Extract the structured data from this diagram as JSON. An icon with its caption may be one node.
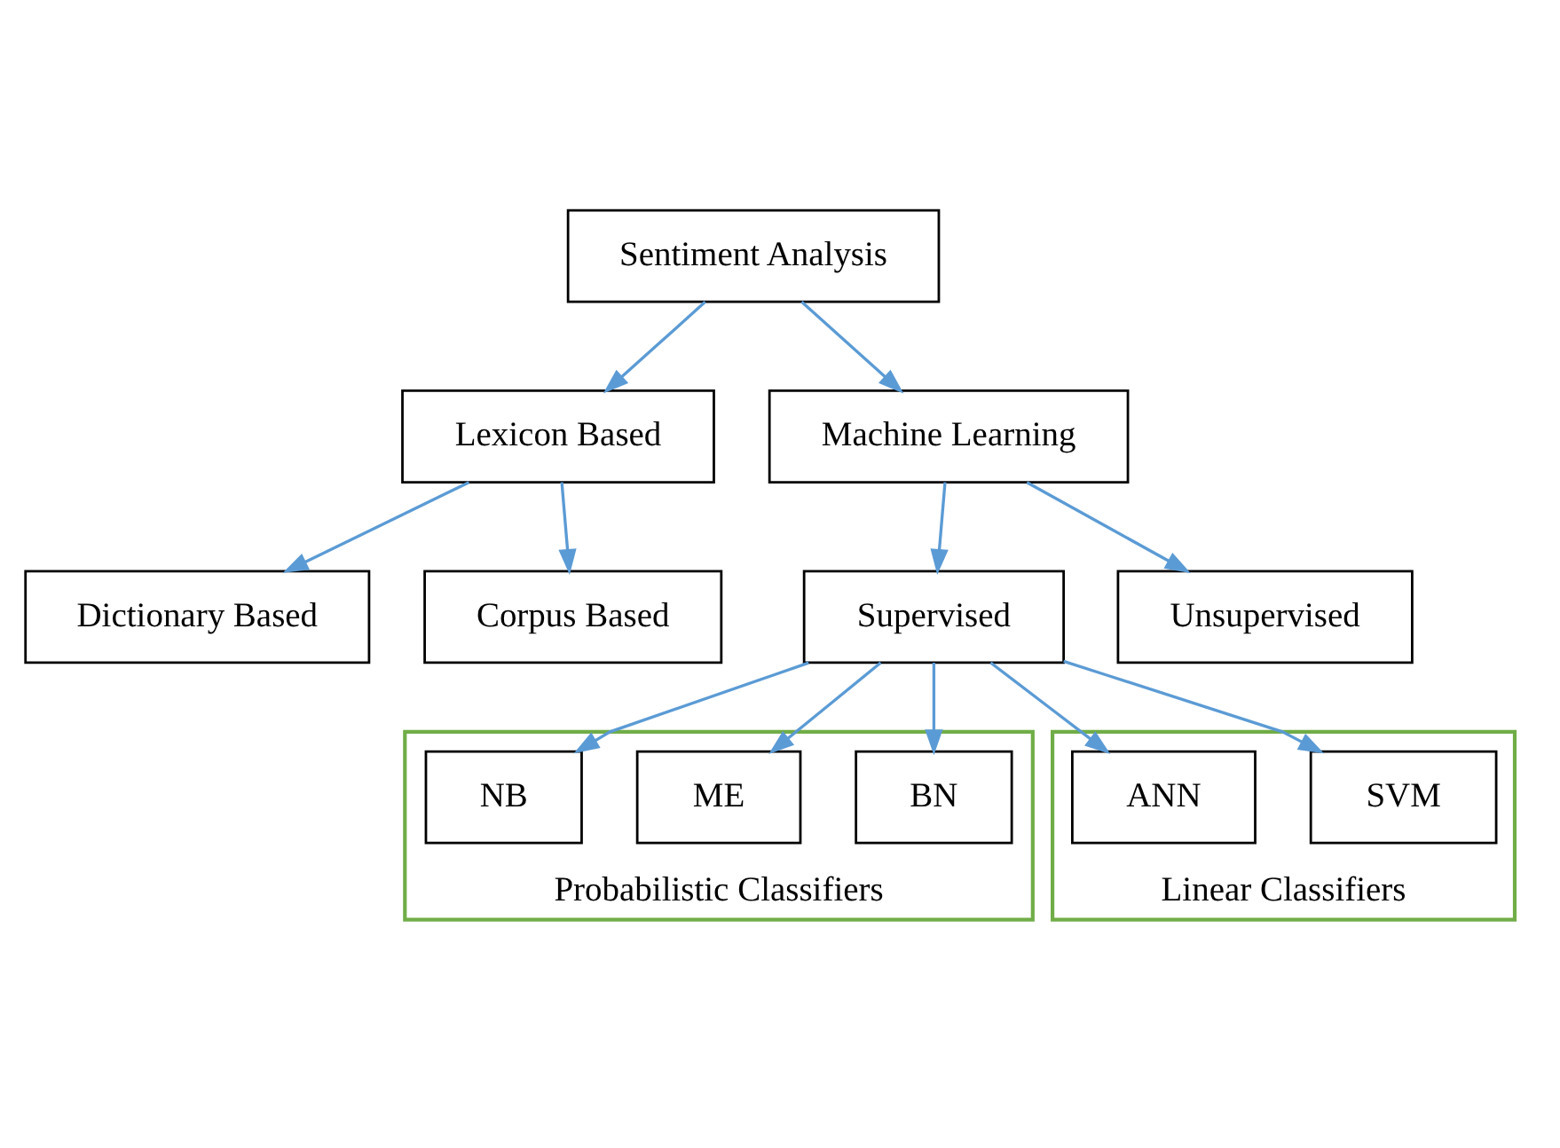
{
  "diagram": {
    "nodes": [
      {
        "text": [
          "Sentiment Analysis"
        ]
      },
      {
        "text": [
          "Lexicon Based"
        ]
      },
      {
        "text": [
          "Machine Learning"
        ]
      },
      {
        "text": [
          "Dictionary Based"
        ]
      },
      {
        "text": [
          "Corpus Based"
        ]
      },
      {
        "text": [
          "Supervised"
        ]
      },
      {
        "text": [
          "Unsupervised"
        ]
      },
      {
        "text": [
          "Probabilistic Classifiers"
        ]
      },
      {
        "text": [
          "BN"
        ],
        "in": 7
      },
      {
        "text": [
          "ME"
        ],
        "in": 7
      },
      {
        "text": [
          "NB"
        ],
        "in": 7
      },
      {
        "text": [
          "Linear Classifiers"
        ]
      },
      {
        "text": [
          "SVM"
        ],
        "in": 11
      },
      {
        "text": [
          "ANN"
        ],
        "in": 11
      }
    ],
    "edges": [
      {
        "from": 0,
        "to": 1,
        "arrow": "to"
      },
      {
        "from": 0,
        "to": 2,
        "arrow": "to"
      },
      {
        "from": 1,
        "to": 3,
        "arrow": "to"
      },
      {
        "from": 1,
        "to": 4,
        "arrow": "to"
      },
      {
        "from": 2,
        "to": 5,
        "arrow": "to"
      },
      {
        "from": 2,
        "to": 6,
        "arrow": "to"
      },
      {
        "from": 5,
        "to": 8,
        "arrow": "to"
      },
      {
        "from": 5,
        "to": 9,
        "arrow": "to"
      },
      {
        "from": 5,
        "to": 10,
        "arrow": "to"
      },
      {
        "from": 5,
        "to": 12,
        "arrow": "to"
      },
      {
        "from": 5,
        "to": 13,
        "arrow": "to"
      }
    ]
  }
}
